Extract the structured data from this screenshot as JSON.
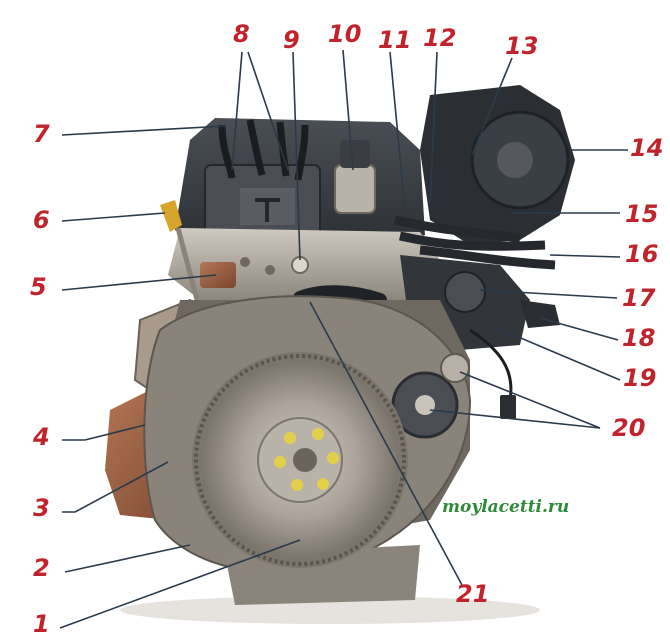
{
  "figure": {
    "watermark": "moylacetti.ru",
    "callouts": [
      "1",
      "2",
      "3",
      "4",
      "5",
      "6",
      "7",
      "8",
      "9",
      "10",
      "11",
      "12",
      "13",
      "14",
      "15",
      "16",
      "17",
      "18",
      "19",
      "20",
      "21"
    ]
  },
  "colors": {
    "label_red": "#c0232b",
    "leader_line": "#2a3a4a",
    "watermark_green": "#2f8a3a",
    "engine_dark": "#3b3f45",
    "metal_light": "#b9b2a8",
    "flywheel": "#9c948a",
    "exhaust_rust": "#9a5a3a"
  }
}
